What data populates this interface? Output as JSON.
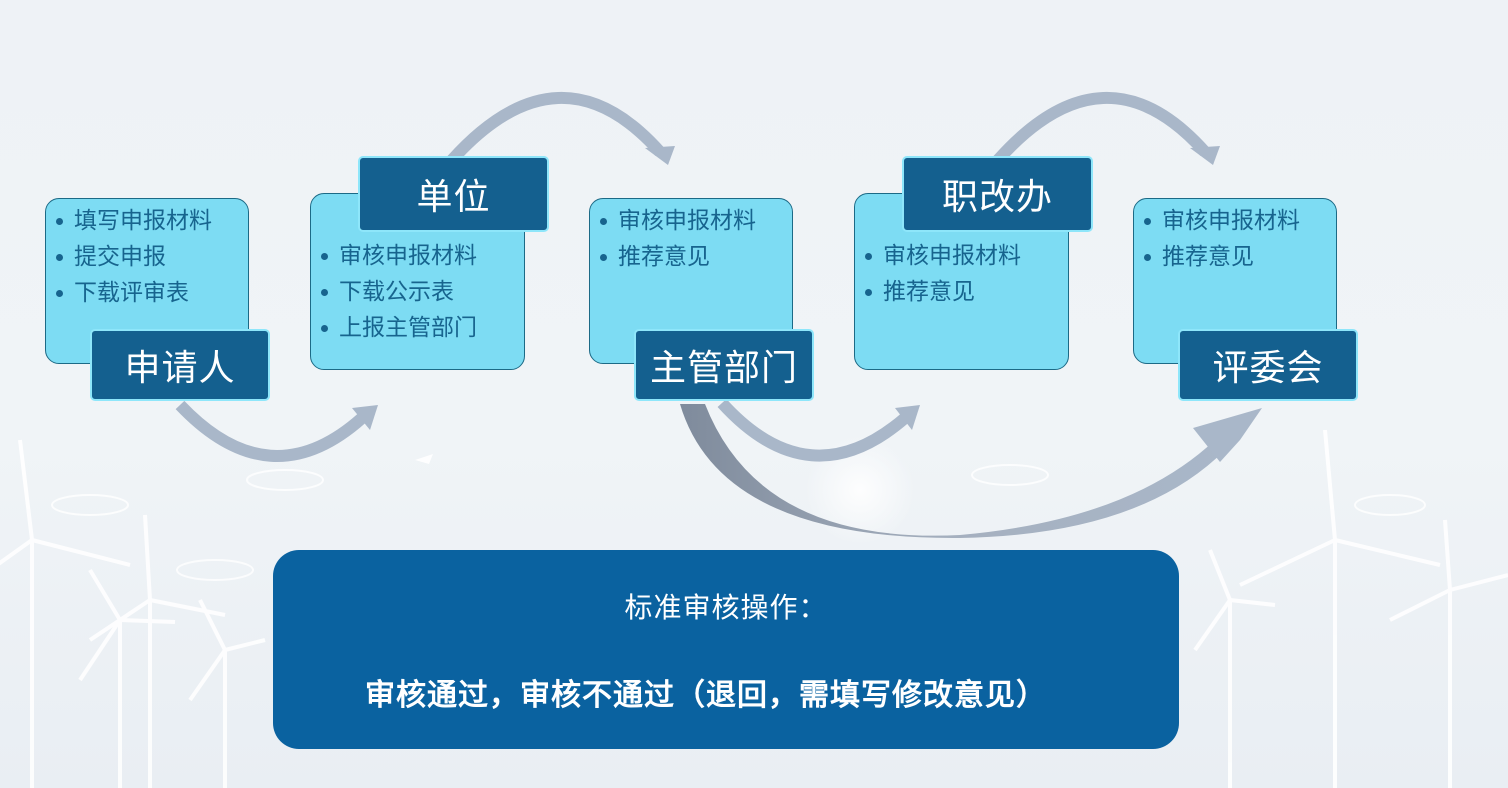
{
  "steps": [
    {
      "label": "申请人",
      "items": [
        "填写申报材料",
        "提交申报",
        "下载评审表"
      ]
    },
    {
      "label": "单位",
      "items": [
        "审核申报材料",
        "下载公示表",
        "上报主管部门"
      ]
    },
    {
      "label": "主管部门",
      "items": [
        "审核申报材料",
        "推荐意见"
      ]
    },
    {
      "label": "职改办",
      "items": [
        "审核申报材料",
        "推荐意见"
      ]
    },
    {
      "label": "评委会",
      "items": [
        "审核申报材料",
        "推荐意见"
      ]
    }
  ],
  "panel": {
    "title": "标准审核操作：",
    "operations": "审核通过，审核不通过（退回，需填写修改意见）"
  },
  "colors": {
    "card_fill": "#7ddcf3",
    "label_fill": "#14608f",
    "panel_fill": "#0a62a0",
    "arrow": "#a9b7c9"
  }
}
